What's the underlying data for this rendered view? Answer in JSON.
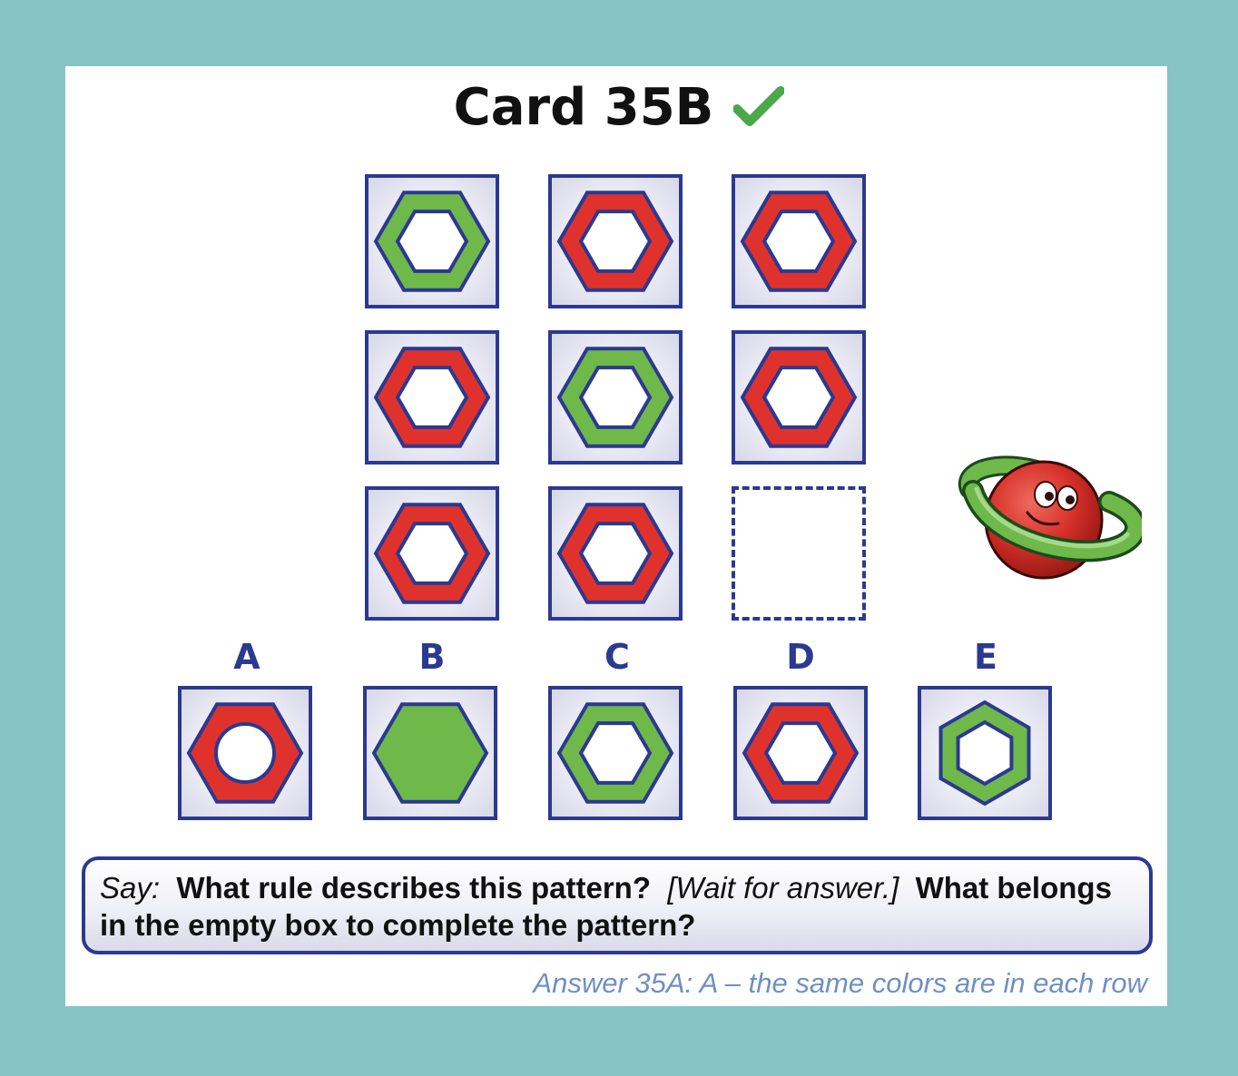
{
  "title": "Card 35B",
  "colors": {
    "frame": "#85c3c7",
    "navy": "#2b3990",
    "red": "#e0322c",
    "green": "#6fb84a",
    "check": "#4aa84a"
  },
  "grid": [
    [
      "green",
      "red",
      "red"
    ],
    [
      "red",
      "green",
      "red"
    ],
    [
      "red",
      "red",
      "empty"
    ]
  ],
  "options": [
    {
      "letter": "A",
      "shape": "red-hexagon-circle-hole"
    },
    {
      "letter": "B",
      "shape": "solid-green-hexagon"
    },
    {
      "letter": "C",
      "shape": "green-hexagon-ring"
    },
    {
      "letter": "D",
      "shape": "red-hexagon-ring"
    },
    {
      "letter": "E",
      "shape": "rotated-green-hexagon-ring"
    }
  ],
  "say": {
    "label": "Say:",
    "question1": "What rule describes this pattern?",
    "instruction": "[Wait for answer.]",
    "question2": "What belongs in the empty box to complete the pattern?"
  },
  "answer": "Answer 35A:  A – the same colors are in each row",
  "icons": [
    "check-icon",
    "planet-mascot-icon"
  ]
}
